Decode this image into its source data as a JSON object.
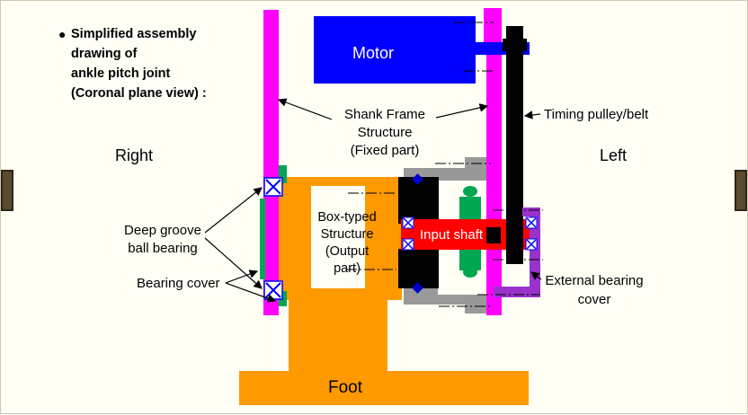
{
  "title": {
    "bullet": "●",
    "lines": [
      "Simplified assembly",
      "drawing of",
      "ankle pitch joint",
      "(Coronal plane view) :"
    ]
  },
  "labels": {
    "right": "Right",
    "left": "Left",
    "motor": "Motor",
    "shank_frame": [
      "Shank Frame",
      "Structure",
      "(Fixed part)"
    ],
    "timing_pulley": "Timing pulley/belt",
    "deep_groove": [
      "Deep groove",
      "ball bearing"
    ],
    "bearing_cover": "Bearing cover",
    "box_typed": [
      "Box-typed",
      "Structure",
      "(Output",
      "part)"
    ],
    "input_shaft": "Input shaft",
    "external_bearing_cover": [
      "External bearing",
      "cover"
    ],
    "foot": "Foot"
  },
  "colors": {
    "magenta": "#ff00ff",
    "blue": "#0000ff",
    "orange": "#ff9900",
    "green": "#00a651",
    "red": "#ff0000",
    "black": "#000000",
    "gray": "#999999",
    "purple": "#9933cc"
  }
}
